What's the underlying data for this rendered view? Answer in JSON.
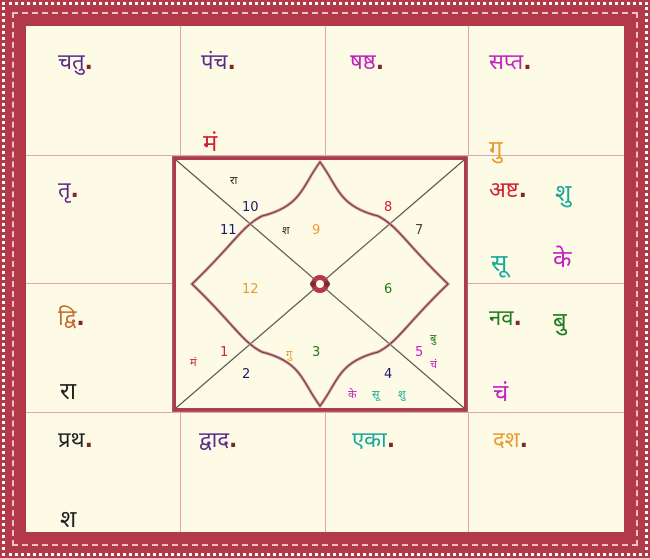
{
  "colors": {
    "frame": "#b23a48",
    "background": "#fdfbe6",
    "grid": "#e4a4ad"
  },
  "houses": {
    "chatu": {
      "label": "चतु",
      "color": "#5a2a8a",
      "planets": []
    },
    "pancha": {
      "label": "पंच",
      "color": "#5a2a8a",
      "planets": [
        {
          "text": "मं",
          "color": "#d02030"
        }
      ]
    },
    "shashtha": {
      "label": "षष्ठ",
      "color": "#c020c0",
      "planets": []
    },
    "sapta": {
      "label": "सप्त",
      "color": "#c020c0",
      "planets": [
        {
          "text": "गु",
          "color": "#e89a30"
        }
      ]
    },
    "tritiya": {
      "label": "तृ",
      "color": "#5a2a8a",
      "planets": []
    },
    "ashta": {
      "label": "अष्ट",
      "color": "#d02030",
      "planets": [
        {
          "text": "शु",
          "color": "#17a79a"
        },
        {
          "text": "सू",
          "color": "#17a79a"
        },
        {
          "text": "के",
          "color": "#c020c0"
        }
      ]
    },
    "dvi": {
      "label": "द्वि",
      "color": "#c06b30",
      "planets": [
        {
          "text": "रा",
          "color": "#222222"
        }
      ]
    },
    "nava": {
      "label": "नव",
      "color": "#1f7a1f",
      "planets": [
        {
          "text": "बु",
          "color": "#1f7a1f"
        },
        {
          "text": "चं",
          "color": "#c020c0"
        }
      ]
    },
    "pratha": {
      "label": "प्रथ",
      "color": "#222222",
      "planets": [
        {
          "text": "श",
          "color": "#222222"
        }
      ]
    },
    "dvadasha": {
      "label": "द्वाद",
      "color": "#5a2a8a",
      "planets": []
    },
    "eka": {
      "label": "एका",
      "color": "#17a79a",
      "planets": []
    },
    "dasha": {
      "label": "दश",
      "color": "#e89a30",
      "planets": []
    }
  },
  "chart": {
    "numbers": [
      "10",
      "8",
      "11",
      "9",
      "7",
      "12",
      "6",
      "1",
      "3",
      "5",
      "2",
      "4"
    ],
    "planets": {
      "ra": "रा",
      "sha": "श",
      "ma": "मं",
      "gu": "गु",
      "bu": "बु",
      "cham": "चं",
      "ke": "के",
      "su": "सू",
      "shu": "शु"
    }
  }
}
